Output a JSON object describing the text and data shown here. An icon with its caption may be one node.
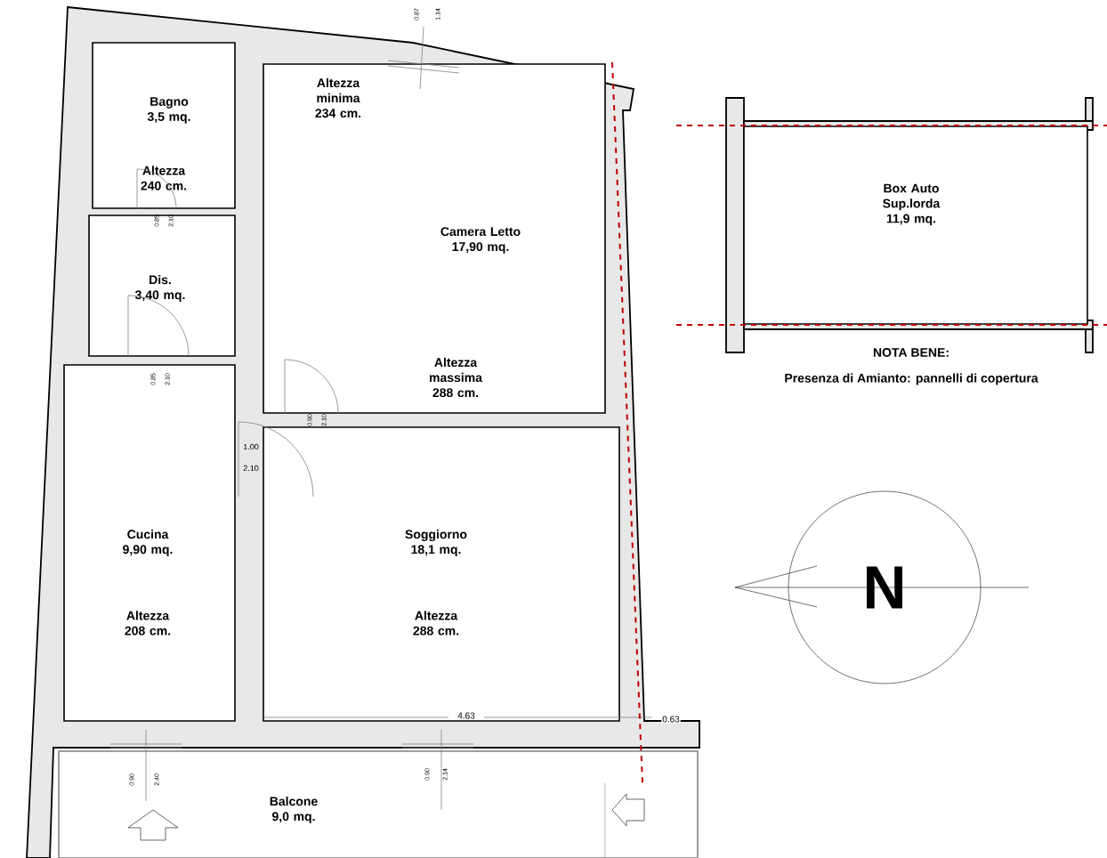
{
  "diagram": {
    "nodes": [
      {
        "text": [
          "Bagno 3,5 mq.",
          "Altezza 240 cm."
        ]
      },
      {
        "text": [
          "Altezza minima 234 cm.",
          "Camera Letto 17,90 mq.",
          "Altezza massima 288 cm."
        ]
      },
      {
        "text": [
          "Dis. 3,40 mq."
        ]
      },
      {
        "text": [
          "Cucina 9,90 mq.",
          "Altezza 208 cm."
        ]
      },
      {
        "text": [
          "Soggiorno 18,1 mq.",
          "Altezza 288 cm."
        ]
      },
      {
        "text": [
          "Balcone 9,0 mq."
        ]
      },
      {
        "text": [
          "Box Auto Sup.lorda 11,9 mq."
        ]
      }
    ],
    "edges": [],
    "labels": [
      "0.87",
      "1.14",
      "0.85",
      "2.10",
      "0.85",
      "2.10",
      "0.90",
      "2.10",
      "1.00",
      "2.10",
      "0.90",
      "2.40",
      "0.90",
      "2.14",
      "4.63",
      "0.63",
      "N",
      "NOTA BENE:",
      "Presenza di Amianto: pannelli di copertura"
    ]
  }
}
